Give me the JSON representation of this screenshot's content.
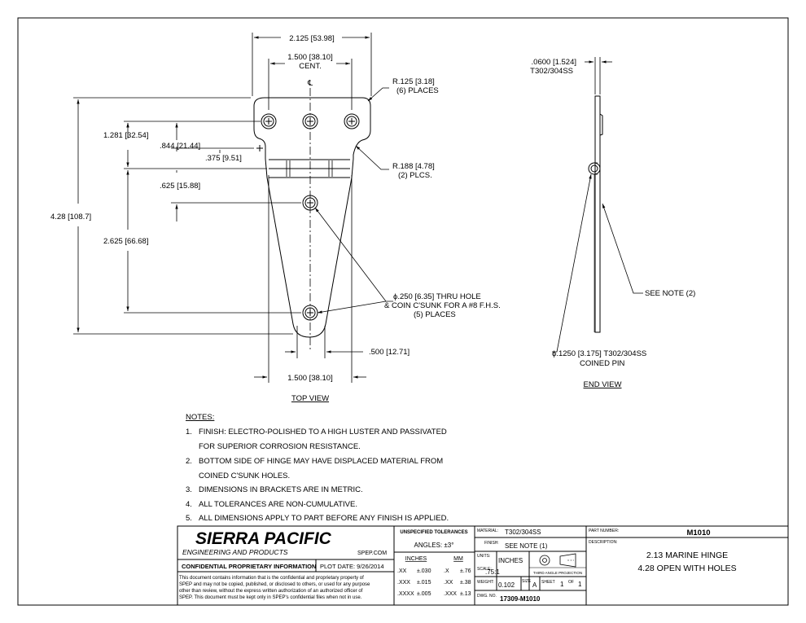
{
  "top_view": {
    "dim_overall_width": "2.125 [53.98]",
    "dim_hole_spacing": "1.500 [38.10]",
    "dim_hole_spacing_note": "CENT.",
    "centerline_symbol": "℄",
    "radius_corners": "R.125 [3.18]",
    "radius_corners_qty": "(6) PLACES",
    "radius_neck": "R.188 [4.78]",
    "radius_neck_qty": "(2) PLCS.",
    "dim_1281": "1.281 [32.54]",
    "dim_844": ".844 [21.44]",
    "dim_375": ".375 [9.51]",
    "dim_625": ".625 [15.88]",
    "dim_overall_length": "4.28 [108.7]",
    "dim_2625": "2.625 [66.68]",
    "hole_callout_1": "ϕ.250 [6.35]  THRU HOLE",
    "hole_callout_2": "& COIN C'SUNK FOR A #8 F.H.S.",
    "hole_callout_3": "(5) PLACES",
    "dim_tip_width": ".500 [12.71]",
    "dim_bottom_width": "1.500 [38.10]",
    "label": "TOP VIEW"
  },
  "end_view": {
    "dim_thickness": ".0600 [1.524]",
    "thickness_material": "T302/304SS",
    "see_note": "SEE NOTE (2)",
    "pin_callout_1": "ϕ.1250 [3.175] T302/304SS",
    "pin_callout_2": "COINED PIN",
    "label": "END VIEW"
  },
  "notes": {
    "heading": "NOTES:",
    "items": [
      {
        "num": "1.",
        "lines": [
          "FINISH: ELECTRO-POLISHED TO A HIGH LUSTER AND PASSIVATED",
          "FOR SUPERIOR CORROSION RESISTANCE."
        ]
      },
      {
        "num": "2.",
        "lines": [
          "BOTTOM SIDE OF HINGE MAY HAVE DISPLACED MATERIAL FROM",
          "COINED C'SUNK HOLES."
        ]
      },
      {
        "num": "3.",
        "lines": [
          "DIMENSIONS IN BRACKETS ARE IN METRIC."
        ]
      },
      {
        "num": "4.",
        "lines": [
          "ALL TOLERANCES ARE NON-CUMULATIVE."
        ]
      },
      {
        "num": "5.",
        "lines": [
          "ALL DIMENSIONS APPLY TO PART BEFORE ANY FINISH IS APPLIED."
        ]
      }
    ]
  },
  "title_block": {
    "company": "SIERRA PACIFIC",
    "company_sub": "ENGINEERING AND PRODUCTS",
    "website": "SPEP.COM",
    "confidential_label": "CONFIDENTIAL PROPRIETARY INFORMATION",
    "plot_date": "PLOT DATE:  9/26/2014",
    "disclaimer": [
      "This document contains information that is the confidential and proprietary property of",
      "SPEP and may not be copied, published, or disclosed to others, or used for any purpose",
      "other than review, without the express written authorization of an authorized officer of",
      "SPEP. This document must be kept only in SPEP's confidential files when not in use."
    ],
    "tolerances_heading": "UNSPECIFIED TOLERANCES",
    "angles": "ANGLES: ±3°",
    "inches_header": "INCHES",
    "mm_header": "MM",
    "tol_rows": [
      {
        "in_fmt": ".XX",
        "in_tol": "±.030",
        "mm_fmt": ".X",
        "mm_tol": "±.76"
      },
      {
        "in_fmt": ".XXX",
        "in_tol": "±.015",
        "mm_fmt": ".XX",
        "mm_tol": "±.38"
      },
      {
        "in_fmt": ".XXXX",
        "in_tol": "±.005",
        "mm_fmt": ".XXX",
        "mm_tol": "±.13"
      }
    ],
    "material_label": "MATERIAL:",
    "material": "T302/304SS",
    "finish_label": "FINISH:",
    "finish": "SEE NOTE (1)",
    "units_label": "UNITS:",
    "units": "INCHES",
    "projection_label": "THIRD ANGLE PROJECTION",
    "scale_label": "SCALE:",
    "scale": ".75:1",
    "weight_label": "WEIGHT:",
    "weight": "0.102",
    "size_label": "SIZE",
    "size": "A",
    "sheet_label": "SHEET",
    "sheet": "1",
    "of_label": "OF",
    "sheet_total": "1",
    "dwg_label": "DWG. NO.",
    "dwg_no": "17309-M1010",
    "part_number_label": "PART NUMBER:",
    "part_number": "M1010",
    "description_label": "DESCRIPTION:",
    "description_1": "2.13 MARINE HINGE",
    "description_2": "4.28 OPEN WITH HOLES"
  }
}
